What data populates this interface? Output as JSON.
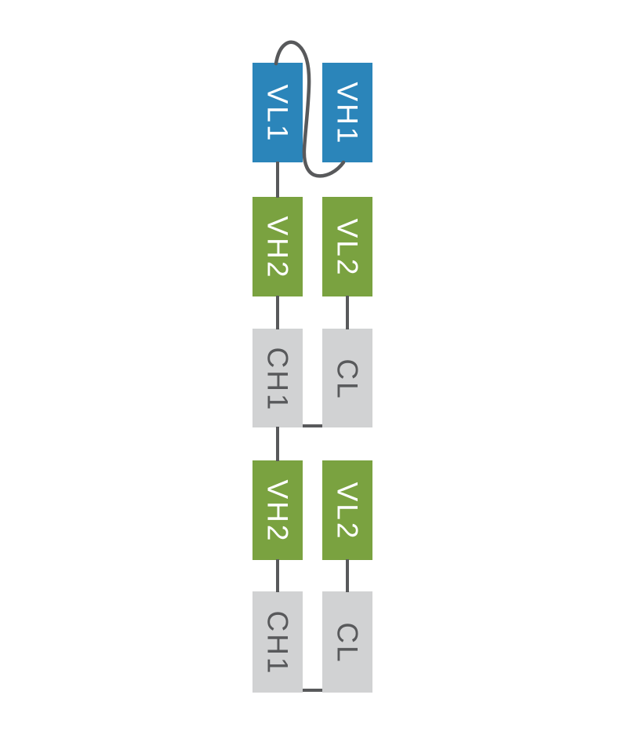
{
  "diagram": {
    "description": "Antibody format diagram: scFv (VL1-VH1) linked on top of two tandem Fab-like modules",
    "colors": {
      "blue": "#2b85ba",
      "green": "#7aa240",
      "gray_box": "#d1d2d3",
      "line": "#58595b",
      "label_light": "#ffffff",
      "label_dark": "#58595b",
      "bg": "#ffffff"
    },
    "domains": [
      {
        "id": "vl1",
        "label": "VL1",
        "color": "blue",
        "column": "left",
        "row": 0
      },
      {
        "id": "vh1",
        "label": "VH1",
        "color": "blue",
        "column": "right",
        "row": 0
      },
      {
        "id": "vh2-upper",
        "label": "VH2",
        "color": "green",
        "column": "left",
        "row": 1
      },
      {
        "id": "vl2-upper",
        "label": "VL2",
        "color": "green",
        "column": "right",
        "row": 1
      },
      {
        "id": "ch1-upper",
        "label": "CH1",
        "color": "gray",
        "column": "left",
        "row": 2
      },
      {
        "id": "cl-upper",
        "label": "CL",
        "color": "gray",
        "column": "right",
        "row": 2
      },
      {
        "id": "vh2-lower",
        "label": "VH2",
        "color": "green",
        "column": "left",
        "row": 3
      },
      {
        "id": "vl2-lower",
        "label": "VL2",
        "color": "green",
        "column": "right",
        "row": 3
      },
      {
        "id": "ch1-lower",
        "label": "CH1",
        "color": "gray",
        "column": "left",
        "row": 4
      },
      {
        "id": "cl-lower",
        "label": "CL",
        "color": "gray",
        "column": "right",
        "row": 4
      }
    ],
    "connections": [
      {
        "from": "vl1",
        "to": "vh1",
        "style": "curved-linker"
      },
      {
        "from": "vl1",
        "to": "vh2-upper",
        "style": "straight"
      },
      {
        "from": "vh2-upper",
        "to": "ch1-upper",
        "style": "straight"
      },
      {
        "from": "vl2-upper",
        "to": "cl-upper",
        "style": "straight"
      },
      {
        "from": "ch1-upper",
        "to": "cl-upper",
        "style": "bottom-bar"
      },
      {
        "from": "ch1-upper",
        "to": "vh2-lower",
        "style": "straight"
      },
      {
        "from": "vh2-lower",
        "to": "ch1-lower",
        "style": "straight"
      },
      {
        "from": "vl2-lower",
        "to": "cl-lower",
        "style": "straight"
      },
      {
        "from": "ch1-lower",
        "to": "cl-lower",
        "style": "bottom-bar"
      }
    ]
  }
}
